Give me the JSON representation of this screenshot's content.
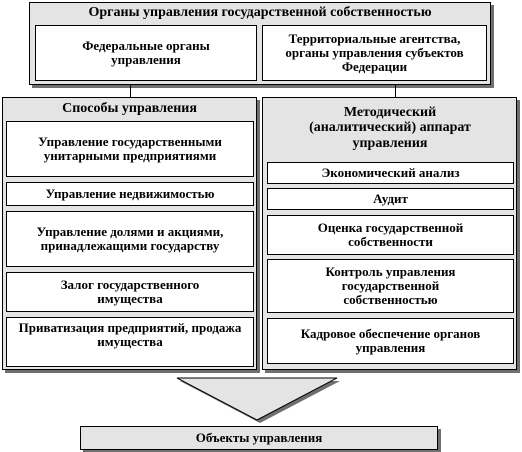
{
  "header": {
    "title": "Органы управления государственной собственностью",
    "federal": "Федеральные органы управления",
    "territorial": "Территориальные агентства, органы управления субъектов Федерации"
  },
  "methods": {
    "title": "Способы управления",
    "items": [
      "Управление государственными унитарными предприятиями",
      "Управление недвижимостью",
      "Управление долями и акциями, принадлежащими государству",
      "Залог государственного имущества",
      "Приватизация предприятий, продажа имущества"
    ]
  },
  "apparatus": {
    "title": "Методический (аналитический) аппарат управления",
    "items": [
      "Экономический анализ",
      "Аудит",
      "Оценка государственной собственности",
      "Контроль управления государственной собственностью",
      "Кадровое обеспечение органов управления"
    ]
  },
  "footer": {
    "objects": "Объекты управления"
  },
  "colors": {
    "panel_fill": "#e4e4e4",
    "box_fill": "#ffffff",
    "border": "#000000",
    "shadow": "#6f6f6f"
  }
}
